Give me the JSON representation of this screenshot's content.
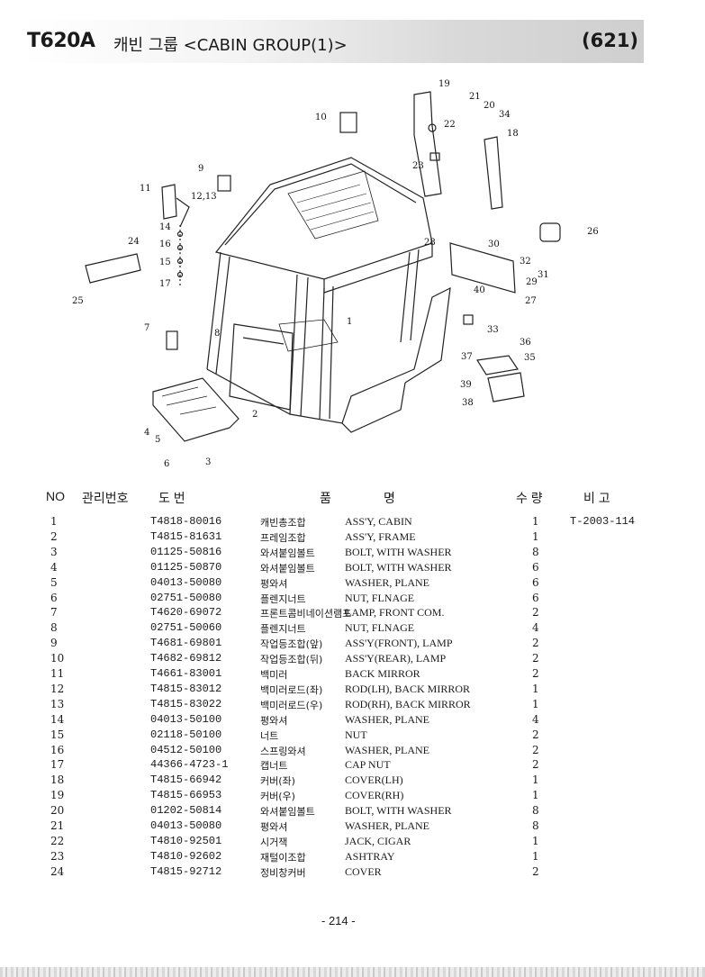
{
  "header": {
    "model": "T620A",
    "title": "캐빈 그룹 <CABIN GROUP(1)>",
    "page_code": "(621)"
  },
  "columns": {
    "no": "NO",
    "mgmt": "관리번호",
    "drawing": "도      번",
    "item": "품",
    "name": "명",
    "qty": "수  량",
    "remark": "비    고"
  },
  "callouts": [
    "1",
    "2",
    "3",
    "4",
    "5",
    "6",
    "7",
    "8",
    "9",
    "10",
    "11",
    "12,13",
    "14",
    "15",
    "16",
    "17",
    "18",
    "19",
    "20",
    "21",
    "22",
    "23",
    "24",
    "25",
    "26",
    "27",
    "28",
    "29",
    "30",
    "31",
    "32",
    "33",
    "34",
    "35",
    "36",
    "37",
    "38",
    "39",
    "40"
  ],
  "parts": [
    {
      "no": "1",
      "part": "T4818-80016",
      "kr": "캐빈총조합",
      "en": "ASS'Y, CABIN",
      "qty": "1",
      "remark": "T-2003-114"
    },
    {
      "no": "2",
      "part": "T4815-81631",
      "kr": "프레임조합",
      "en": "ASS'Y, FRAME",
      "qty": "1",
      "remark": ""
    },
    {
      "no": "3",
      "part": "01125-50816",
      "kr": "와셔붙임볼트",
      "en": "BOLT, WITH WASHER",
      "qty": "8",
      "remark": ""
    },
    {
      "no": "4",
      "part": "01125-50870",
      "kr": "와셔붙임볼트",
      "en": "BOLT, WITH WASHER",
      "qty": "6",
      "remark": ""
    },
    {
      "no": "5",
      "part": "04013-50080",
      "kr": "평와셔",
      "en": "WASHER, PLANE",
      "qty": "6",
      "remark": ""
    },
    {
      "no": "6",
      "part": "02751-50080",
      "kr": "플렌지너트",
      "en": "NUT, FLNAGE",
      "qty": "6",
      "remark": ""
    },
    {
      "no": "7",
      "part": "T4620-69072",
      "kr": "프론트콤비네이션램프",
      "en": "LAMP, FRONT COM.",
      "qty": "2",
      "remark": ""
    },
    {
      "no": "8",
      "part": "02751-50060",
      "kr": "플렌지너트",
      "en": "NUT, FLNAGE",
      "qty": "4",
      "remark": ""
    },
    {
      "no": "9",
      "part": "T4681-69801",
      "kr": "작업등조합(앞)",
      "en": "ASS'Y(FRONT), LAMP",
      "qty": "2",
      "remark": ""
    },
    {
      "no": "10",
      "part": "T4682-69812",
      "kr": "작업등조합(뒤)",
      "en": "ASS'Y(REAR), LAMP",
      "qty": "2",
      "remark": ""
    },
    {
      "no": "11",
      "part": "T4661-83001",
      "kr": "백미러",
      "en": "BACK MIRROR",
      "qty": "2",
      "remark": ""
    },
    {
      "no": "12",
      "part": "T4815-83012",
      "kr": "백미러로드(좌)",
      "en": "ROD(LH), BACK MIRROR",
      "qty": "1",
      "remark": ""
    },
    {
      "no": "13",
      "part": "T4815-83022",
      "kr": "백미러로드(우)",
      "en": "ROD(RH), BACK MIRROR",
      "qty": "1",
      "remark": ""
    },
    {
      "no": "14",
      "part": "04013-50100",
      "kr": "평와셔",
      "en": "WASHER, PLANE",
      "qty": "4",
      "remark": ""
    },
    {
      "no": "15",
      "part": "02118-50100",
      "kr": "너트",
      "en": "NUT",
      "qty": "2",
      "remark": ""
    },
    {
      "no": "16",
      "part": "04512-50100",
      "kr": "스프링와셔",
      "en": "WASHER, PLANE",
      "qty": "2",
      "remark": ""
    },
    {
      "no": "17",
      "part": "44366-4723-1",
      "kr": "캡너트",
      "en": "CAP NUT",
      "qty": "2",
      "remark": ""
    },
    {
      "no": "18",
      "part": "T4815-66942",
      "kr": "커버(좌)",
      "en": "COVER(LH)",
      "qty": "1",
      "remark": ""
    },
    {
      "no": "19",
      "part": "T4815-66953",
      "kr": "커버(우)",
      "en": "COVER(RH)",
      "qty": "1",
      "remark": ""
    },
    {
      "no": "20",
      "part": "01202-50814",
      "kr": "와셔붙임볼트",
      "en": "BOLT, WITH WASHER",
      "qty": "8",
      "remark": ""
    },
    {
      "no": "21",
      "part": "04013-50080",
      "kr": "평와셔",
      "en": "WASHER, PLANE",
      "qty": "8",
      "remark": ""
    },
    {
      "no": "22",
      "part": "T4810-92501",
      "kr": "시거잭",
      "en": "JACK, CIGAR",
      "qty": "1",
      "remark": ""
    },
    {
      "no": "23",
      "part": "T4810-92602",
      "kr": "재털이조합",
      "en": "ASHTRAY",
      "qty": "1",
      "remark": ""
    },
    {
      "no": "24",
      "part": "T4815-92712",
      "kr": "정비창커버",
      "en": "COVER",
      "qty": "2",
      "remark": ""
    }
  ],
  "page_number": "- 214 -"
}
